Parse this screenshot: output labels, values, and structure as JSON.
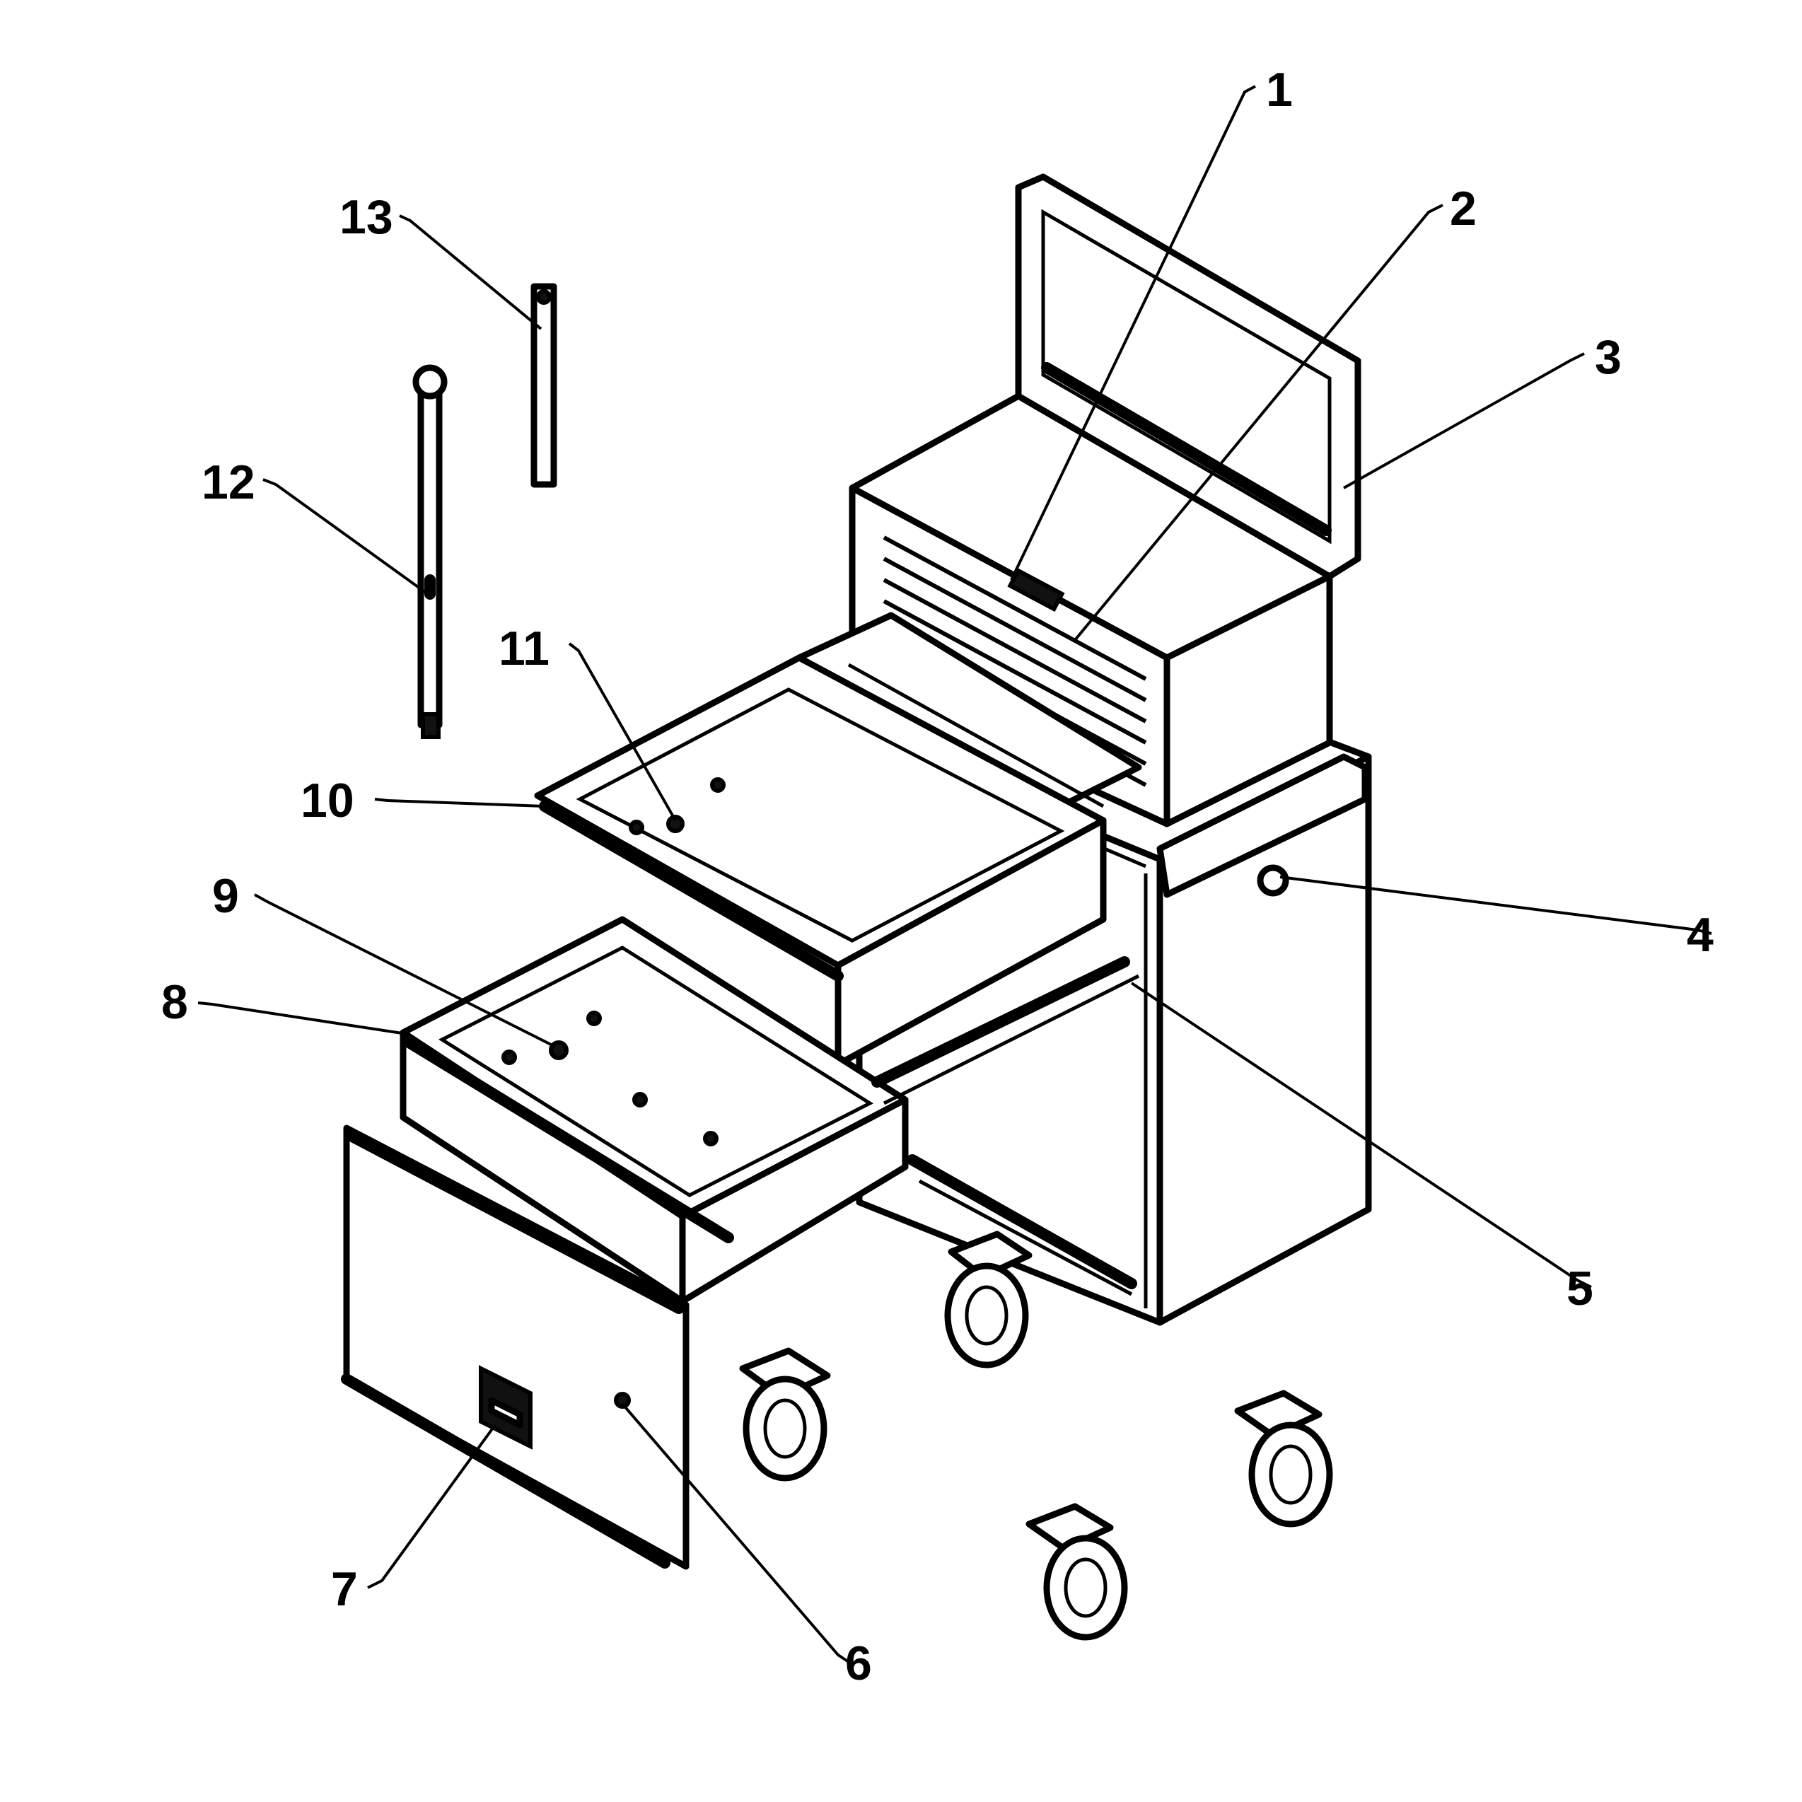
{
  "diagram": {
    "callouts": [
      {
        "id": "1",
        "text": "1",
        "part": "lid-liner"
      },
      {
        "id": "2",
        "text": "2",
        "part": "top-tray"
      },
      {
        "id": "3",
        "text": "3",
        "part": "chest-lid"
      },
      {
        "id": "4",
        "text": "4",
        "part": "side-handle"
      },
      {
        "id": "5",
        "text": "5",
        "part": "drawer-slide"
      },
      {
        "id": "6",
        "text": "6",
        "part": "cabinet-door-panel"
      },
      {
        "id": "7",
        "text": "7",
        "part": "door-latch"
      },
      {
        "id": "8",
        "text": "8",
        "part": "lower-drawer"
      },
      {
        "id": "9",
        "text": "9",
        "part": "lower-drawer-liner"
      },
      {
        "id": "10",
        "text": "10",
        "part": "upper-drawer"
      },
      {
        "id": "11",
        "text": "11",
        "part": "upper-drawer-liner"
      },
      {
        "id": "12",
        "text": "12",
        "part": "lid-gas-strut"
      },
      {
        "id": "13",
        "text": "13",
        "part": "lid-stay-bracket"
      }
    ],
    "colors": {
      "line": "#000000",
      "background": "#ffffff"
    }
  }
}
